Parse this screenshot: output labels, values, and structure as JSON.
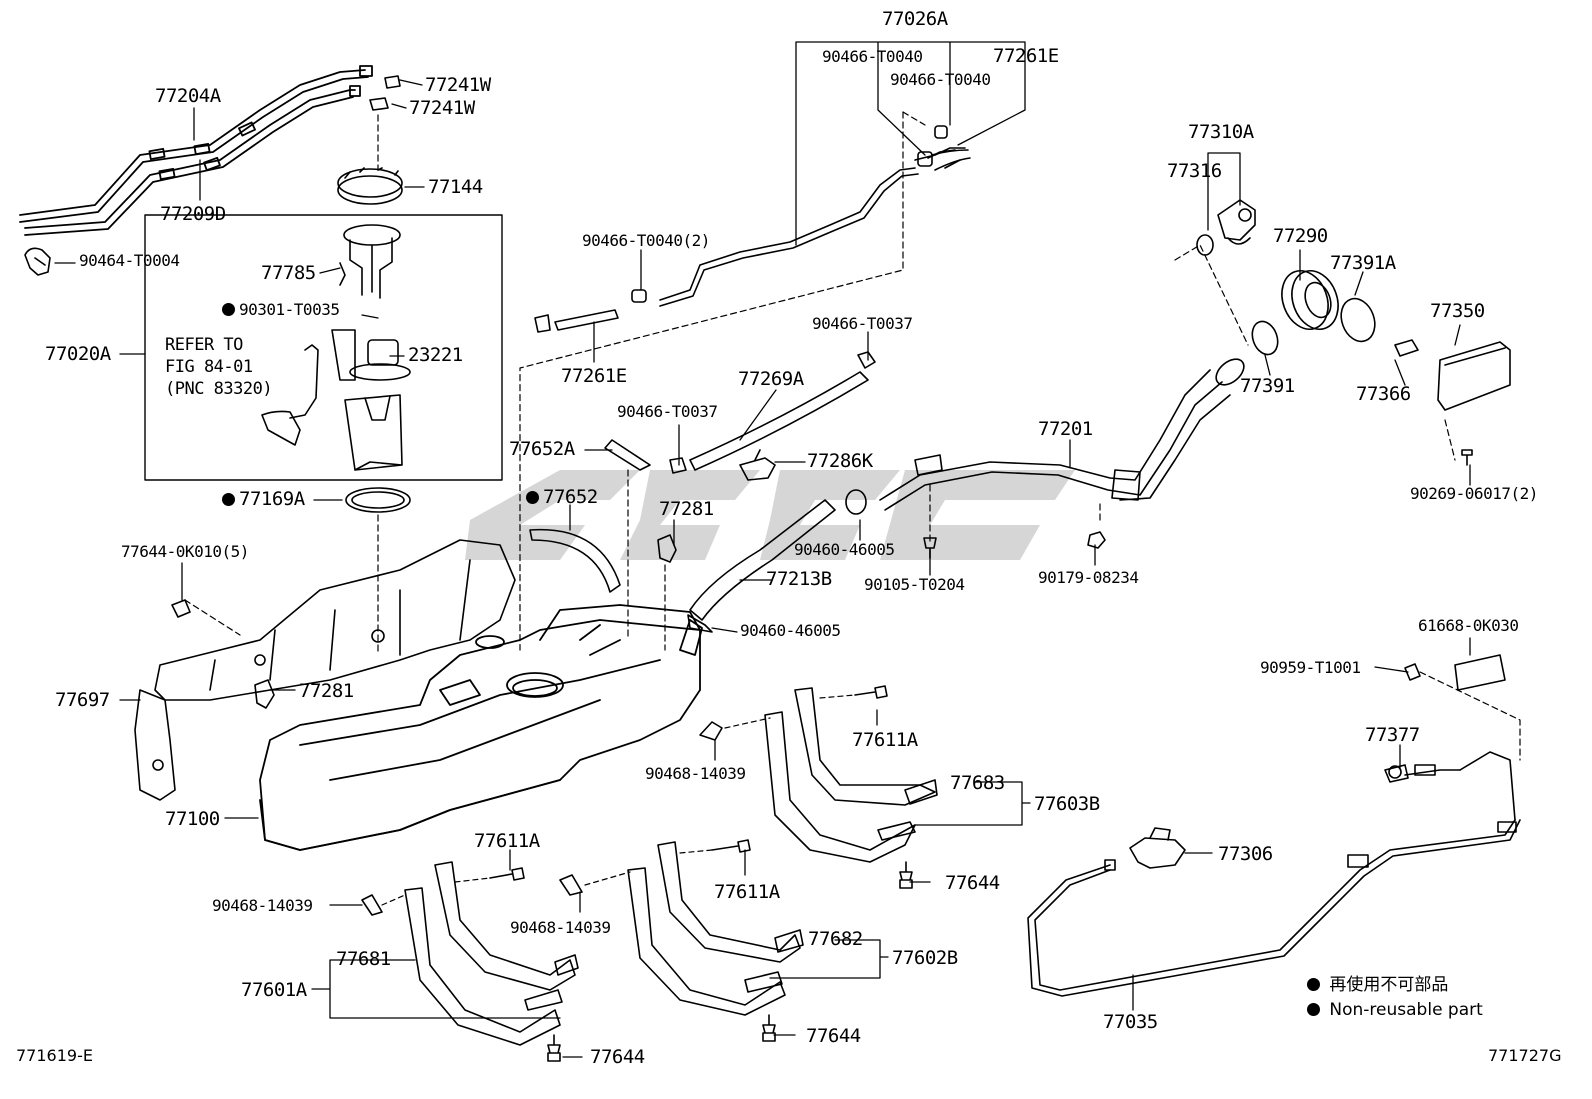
{
  "labels": {
    "l77026A": "77026A",
    "l77261E_top": "77261E",
    "l90466_T0040_a": "90466-T0040",
    "l90466_T0040_b": "90466-T0040",
    "l77204A": "77204A",
    "l77241W_a": "77241W",
    "l77241W_b": "77241W",
    "l77144": "77144",
    "l77209D": "77209D",
    "l90464_T0004": "90464-T0004",
    "l77785": "77785",
    "l90301_T0035": "90301-T0035",
    "l77020A": "77020A",
    "l23221": "23221",
    "ref_note": "REFER TO\nFIG 84-01\n(PNC 83320)",
    "l77169A": "77169A",
    "l90466_T0040_2": "90466-T0040(2)",
    "l77261E_mid": "77261E",
    "l90466_T0037_a": "90466-T0037",
    "l90466_T0037_b": "90466-T0037",
    "l77269A": "77269A",
    "l77652A": "77652A",
    "l77286K": "77286K",
    "l77652": "77652",
    "l77281_a": "77281",
    "l77213B": "77213B",
    "l90460_46005_a": "90460-46005",
    "l90105_T0204": "90105-T0204",
    "l90460_46005_b": "90460-46005",
    "l77201": "77201",
    "l90179_08234": "90179-08234",
    "l77310A": "77310A",
    "l77316": "77316",
    "l77290": "77290",
    "l77391A": "77391A",
    "l77391": "77391",
    "l77350": "77350",
    "l77366": "77366",
    "l90269_06017_2": "90269-06017(2)",
    "l77644_0K010_5": "77644-0K010(5)",
    "l77697": "77697",
    "l77281_b": "77281",
    "l77100": "77100",
    "l61668_0K030": "61668-0K030",
    "l90959_T1001": "90959-T1001",
    "l77377": "77377",
    "l77611A_a": "77611A",
    "l90468_14039_a": "90468-14039",
    "l77683": "77683",
    "l77603B": "77603B",
    "l77644_a": "77644",
    "l77611A_b": "77611A",
    "l90468_14039_b": "90468-14039",
    "l90468_14039_c": "90468-14039",
    "l77611A_c": "77611A",
    "l77681": "77681",
    "l77601A": "77601A",
    "l77682": "77682",
    "l77602B": "77602B",
    "l77644_b": "77644",
    "l77644_c": "77644",
    "l77306": "77306",
    "l77035": "77035"
  },
  "legend": {
    "reuse_jp": "再使用不可部品",
    "reuse_en": "Non-reusable part"
  },
  "codes": {
    "left": "771619-E",
    "right": "771727G"
  },
  "watermark": "GSC",
  "colors": {
    "line": "#000000",
    "watermark": "#c8c8c8"
  }
}
